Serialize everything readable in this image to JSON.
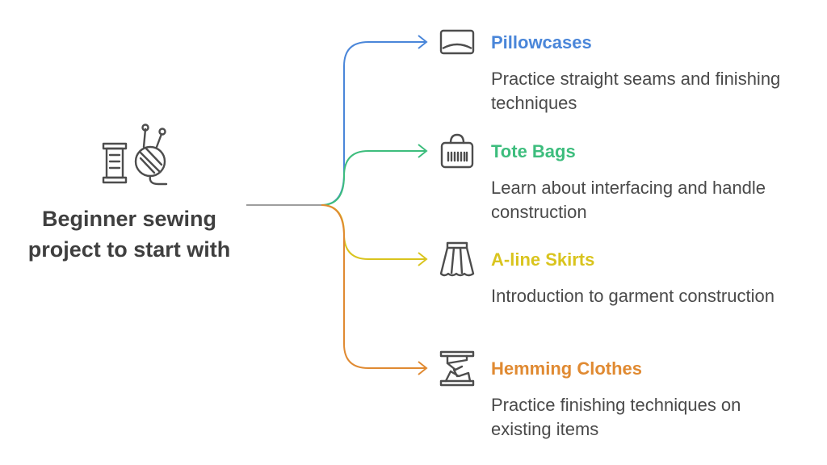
{
  "root": {
    "title": "Beginner sewing project to start with",
    "icon": "sewing-supplies-icon"
  },
  "branches": [
    {
      "title": "Pillowcases",
      "description": "Practice straight seams and finishing techniques",
      "color": "#4a86d9",
      "icon": "pillow-icon"
    },
    {
      "title": "Tote Bags",
      "description": "Learn about interfacing and handle construction",
      "color": "#3dbd7d",
      "icon": "tote-bag-icon"
    },
    {
      "title": "A-line Skirts",
      "description": "Introduction to garment construction",
      "color": "#d9c41e",
      "icon": "skirt-icon"
    },
    {
      "title": "Hemming Clothes",
      "description": "Practice finishing techniques on existing items",
      "color": "#e08a32",
      "icon": "hemming-icon"
    }
  ],
  "colors": {
    "stem": "#9e9e9e",
    "icon_stroke": "#4d4d4d"
  }
}
